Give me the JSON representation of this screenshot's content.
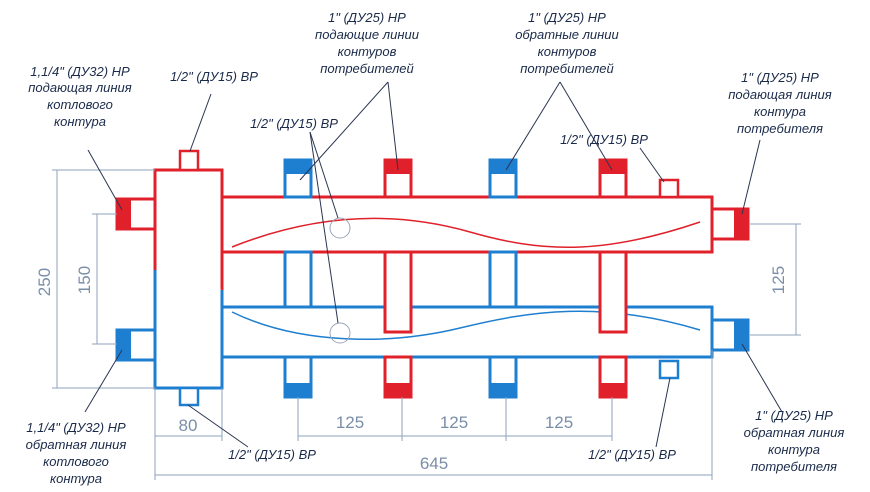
{
  "colors": {
    "supply": "#e0202a",
    "return": "#1e7fd0",
    "dimension": "#8fa3bd",
    "text": "#1a2a4a"
  },
  "labels": {
    "top_left": [
      "1,1/4\" (ДУ32) НР",
      "подающая линия",
      "котлового",
      "контура"
    ],
    "bottom_left": [
      "1,1/4\" (ДУ32) НР",
      "обратная линия",
      "котлового",
      "контура"
    ],
    "top_center_supply": [
      "1\" (ДУ25) НР",
      "подающие линии",
      "контуров",
      "потребителей"
    ],
    "top_center_return": [
      "1\" (ДУ25) НР",
      "обратные линии",
      "контуров",
      "потребителей"
    ],
    "top_right": [
      "1\" (ДУ25) НР",
      "подающая линия",
      "контура",
      "потребителя"
    ],
    "bottom_right": [
      "1\" (ДУ25) НР",
      "обратная линия",
      "контура",
      "потребителя"
    ],
    "port_top_left": "1/2\" (ДУ15) ВР",
    "port_top_mid": "1/2\" (ДУ15) ВР",
    "port_top_right": "1/2\" (ДУ15) ВР",
    "port_bottom_left": "1/2\" (ДУ15) ВР",
    "port_bottom_right": "1/2\" (ДУ15) ВР"
  },
  "dimensions": {
    "height_total": "250",
    "height_inner": "150",
    "height_right": "125",
    "width_separator": "80",
    "spacing_1": "125",
    "spacing_2": "125",
    "spacing_3": "125",
    "length_total": "645"
  }
}
